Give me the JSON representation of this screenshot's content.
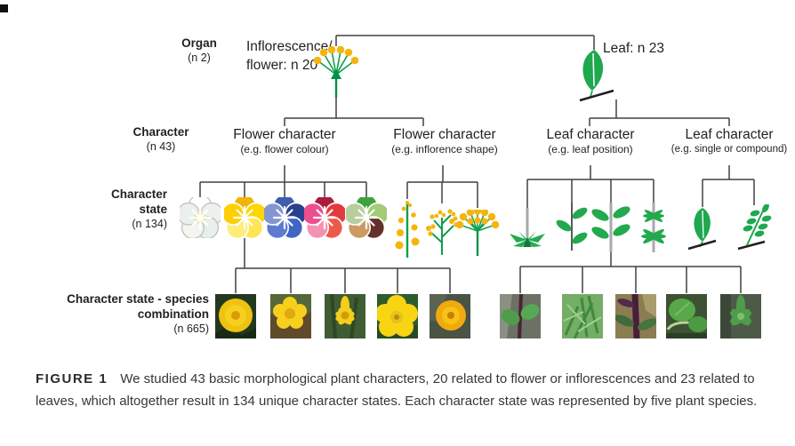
{
  "rows": {
    "organ": {
      "title": "Organ",
      "count": "(n 2)"
    },
    "character": {
      "title": "Character",
      "count": "(n 43)"
    },
    "state": {
      "title_line1": "Character",
      "title_line2": "state",
      "count": "(n 134)"
    },
    "combination": {
      "title_line1": "Character state - species",
      "title_line2": "combination",
      "count": "(n 665)"
    }
  },
  "organs": {
    "flower": {
      "label_line1": "Inflorescence/",
      "label_line2": "flower: n 20",
      "icon": "umbel-flower-icon"
    },
    "leaf": {
      "label": "Leaf: n 23",
      "icon": "leaf-icon"
    }
  },
  "characters": [
    {
      "title": "Flower character",
      "subtitle": "(e.g. flower colour)"
    },
    {
      "title": "Flower character",
      "subtitle": "(e.g. inflorence shape)"
    },
    {
      "title": "Leaf character",
      "subtitle": "(e.g. leaf position)"
    },
    {
      "title": "Leaf character",
      "subtitle": "(e.g. single or compound)"
    }
  ],
  "states": {
    "flower_colours": [
      "white-flower-icon",
      "yellow-flower-icon",
      "blue-flower-icon",
      "red-flower-icon",
      "green-brown-flower-icon"
    ],
    "inflorescence_shapes": [
      "raceme-spike-icon",
      "panicle-icon",
      "umbel-icon"
    ],
    "leaf_positions": [
      "basal-rosette-icon",
      "alternate-leaves-icon",
      "opposite-leaves-icon",
      "whorled-leaves-icon"
    ],
    "leaf_types": [
      "single-leaf-icon",
      "compound-leaf-icon"
    ]
  },
  "photos": {
    "flower_species": [
      "dandelion-photo",
      "cinquefoil-photo",
      "st-johns-wort-photo",
      "buttercup-photo",
      "hawkbit-photo"
    ],
    "leaf_species": [
      "opposite-leaf-photo",
      "narrow-leaves-photo",
      "purple-stem-photo",
      "round-leaves-photo",
      "whorl-leaves-photo"
    ]
  },
  "caption": {
    "tag": "FIGURE 1",
    "text": "We studied 43 basic morphological plant characters, 20 related to flower or inflorescences and 23 related to leaves, which altogether result in 134 unique character states. Each character state was represented by five plant species."
  },
  "colors": {
    "line": "#414042",
    "green": "#1fa84f",
    "yellow": "#f6b40e",
    "text": "#231f20"
  }
}
